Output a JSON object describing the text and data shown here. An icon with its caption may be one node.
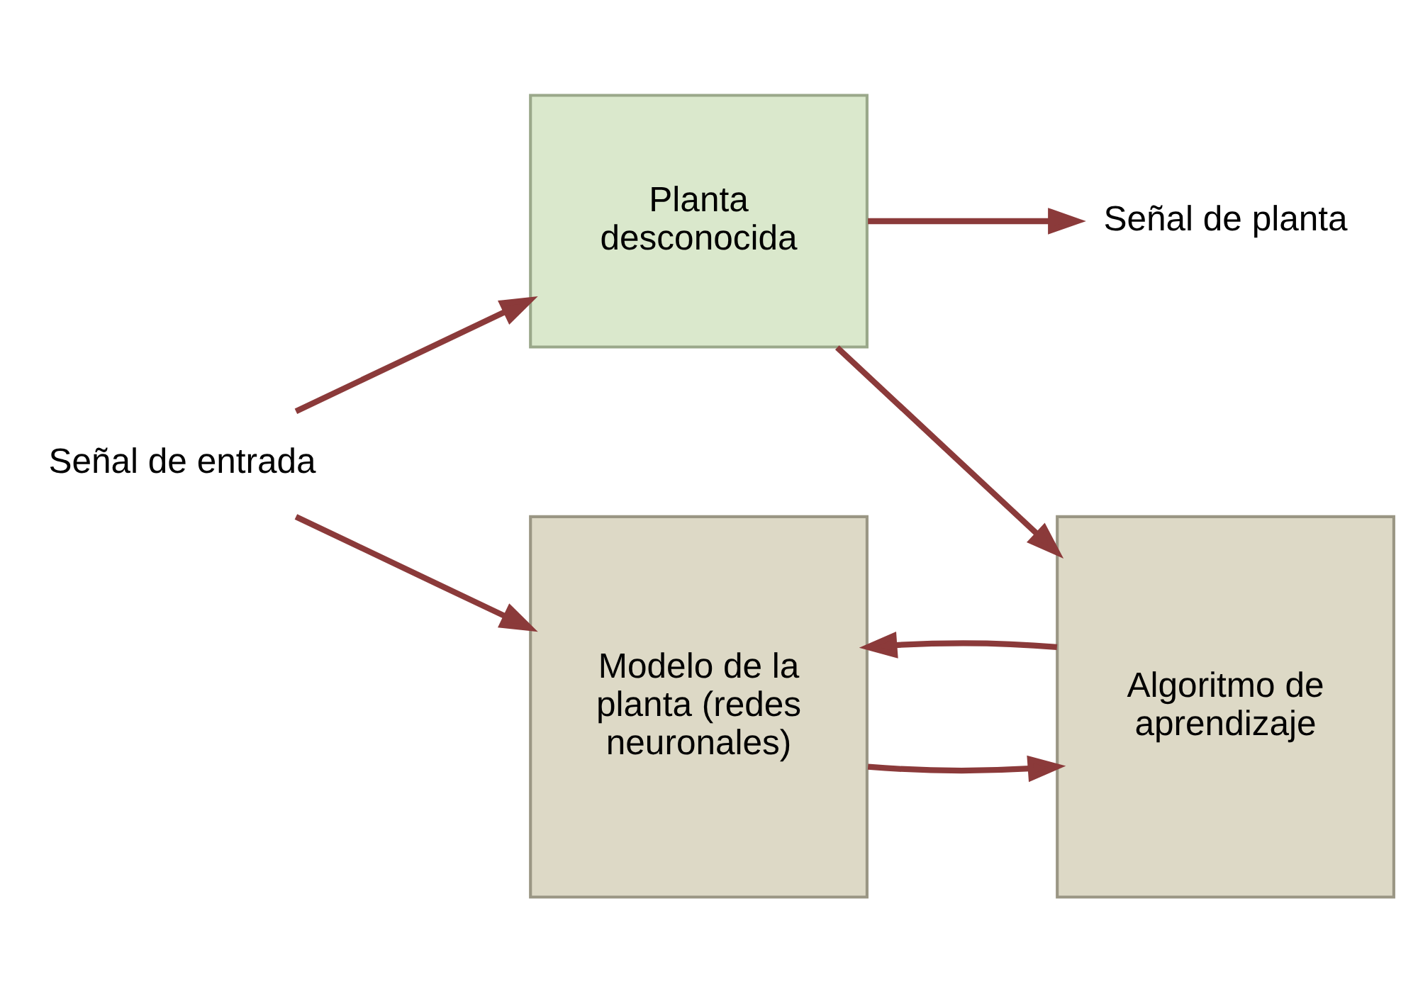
{
  "diagram": {
    "nodes": [
      {
        "text": [
          "Señal de entrada"
        ]
      },
      {
        "text": [
          "Planta desconocida"
        ]
      },
      {
        "text": [
          "Señal de planta"
        ]
      },
      {
        "text": [
          "Modelo de la planta (redes neuronales)"
        ]
      },
      {
        "text": [
          "Algoritmo de aprendizaje"
        ]
      }
    ],
    "edges": [
      {
        "from": 0,
        "to": 1,
        "arrow": "to"
      },
      {
        "from": 0,
        "to": 3,
        "arrow": "to"
      },
      {
        "from": 1,
        "to": 2,
        "arrow": "to"
      },
      {
        "from": 1,
        "to": 4,
        "arrow": "to"
      },
      {
        "from": 3,
        "to": 4,
        "arrow": "to"
      },
      {
        "from": 4,
        "to": 3,
        "arrow": "to"
      }
    ]
  }
}
